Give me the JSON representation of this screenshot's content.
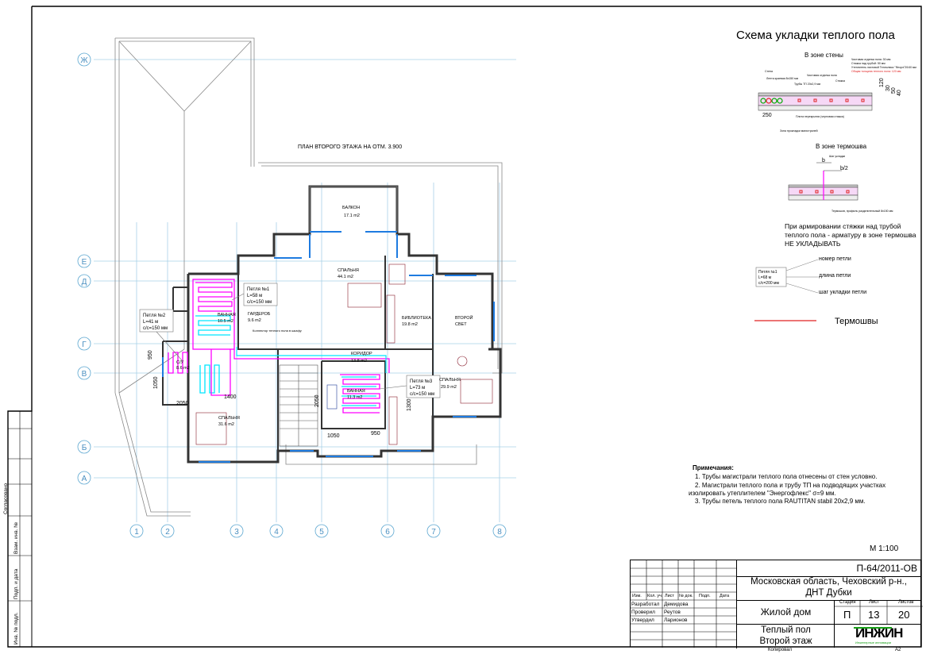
{
  "sheet_title": "Схема укладки теплого пола",
  "plan_title": "ПЛАН ВТОРОГО ЭТАЖА НА ОТМ. 3.900",
  "axes": {
    "horizontal": [
      "Ж",
      "Е",
      "Д",
      "Г",
      "В",
      "Б",
      "А"
    ],
    "vertical": [
      "1",
      "2",
      "3",
      "4",
      "5",
      "6",
      "7",
      "8"
    ]
  },
  "rooms": [
    {
      "name": "БАЛКОН",
      "area": "17.1 m2"
    },
    {
      "name": "СПАЛЬНЯ",
      "area": "44.1 m2"
    },
    {
      "name": "БИБЛИОТЕКА",
      "area": "19.8 m2"
    },
    {
      "name": "ВТОРОЙ",
      "area": "СВЕТ"
    },
    {
      "name": "ГАРДЕРОБ",
      "area": "9.6 m2"
    },
    {
      "name": "ВАННАЯ",
      "area": "10.5 m2"
    },
    {
      "name": "КОРИДОР",
      "area": "13.8 m2"
    },
    {
      "name": "СПАЛЬНЯ",
      "area": "29.9 m2"
    },
    {
      "name": "СПАЛЬНЯ",
      "area": "31.6 m2"
    },
    {
      "name": "ВАННАЯ",
      "area": "11.3 m2"
    },
    {
      "name": "С/У",
      "area": "8.6 m2"
    }
  ],
  "loops": [
    {
      "number": "Петля №1",
      "length": "L=58 м",
      "step": "c/c=150 мм"
    },
    {
      "number": "Петля №2",
      "length": "L=41 м",
      "step": "c/c=150 мм"
    },
    {
      "number": "Петля №3",
      "length": "L=73 м",
      "step": "c/c=150 мм"
    }
  ],
  "collector_note": "Коллектор теплого пола в шкафу",
  "dimensions": [
    "950",
    "1050",
    "1400",
    "2050",
    "2050",
    "1050",
    "950",
    "1300"
  ],
  "detail_wall": {
    "title": "В зоне стены",
    "labels": [
      "Стена",
      "Лента краевая 8х150 мм",
      "Трубы ТП 20х2,9 мм",
      "Чистовая отделка пола",
      "Стяжка",
      "Плита перекрытия (черновая стяжка)",
      "Зона прокладки магистралей"
    ],
    "spec": [
      "Чистовая отделка пола: 30 мм",
      "Стяжка над трубой: 50 мм",
      "Утеплитель листовой Теплолюкс \"Флорэ\"20/40 мм"
    ],
    "spec_total": "Общая толщина теплого пола: 120 мм",
    "dims": [
      "120",
      "30",
      "50",
      "40",
      "250"
    ]
  },
  "detail_joint": {
    "title": "В зоне термошва",
    "labels": [
      "Шаг укладки",
      "b",
      "b/2",
      "Термошов, профиль разделительный 8х150 мм"
    ],
    "note": "При армировании стяжки над трубой теплого пола - арматуру в зоне термошва НЕ УКЛАДЫВАТЬ"
  },
  "legend_loop": {
    "sample": [
      "Петля №1",
      "L=68 м",
      "c/c=200 мм"
    ],
    "callouts": [
      "номер петли",
      "длина петли",
      "шаг укладки петли"
    ]
  },
  "legend_joint": "Термошвы",
  "notes": {
    "title": "Примечания:",
    "items": [
      "1. Трубы магистрали теплого пола отнесены от стен условно.",
      "2. Магистрали теплого пола и трубу ТП на подводящих участках",
      "изолировать утеплителем \"Энергофлекс\" σ=9 мм.",
      "3. Трубы петель теплого пола RAUTITAN stabil 20x2,9 мм."
    ]
  },
  "scale": "М 1:100",
  "title_block": {
    "code": "П-64/2011-ОВ",
    "location_1": "Московская область, Чеховский р-н.,",
    "location_2": "ДНТ Дубки",
    "object": "Жилой дом",
    "drawing_1": "Теплый пол",
    "drawing_2": "Второй этаж",
    "headers": [
      "Изм.",
      "Кол. уч.",
      "Лист",
      "№ док.",
      "Подп.",
      "Дата"
    ],
    "roles": [
      {
        "role": "Разработал",
        "name": "Демидова"
      },
      {
        "role": "Проверил",
        "name": "Реутов"
      },
      {
        "role": "Утвердил",
        "name": "Ларионов"
      }
    ],
    "stage_label": "Стадия",
    "sheet_label": "Лист",
    "sheets_label": "Листов",
    "stage": "П",
    "sheet": "13",
    "sheets": "20",
    "logo": "ИНЖИН",
    "logo_sub": "Инженерные инновации",
    "copied": "Копировал",
    "format": "А2"
  },
  "side_stamp": [
    "Согласовано",
    "Взам. инв. №",
    "Подп. и дата",
    "Инв. № подл."
  ],
  "colors": {
    "loop_magenta": "#ff00ff",
    "loop_cyan": "#00e5ff",
    "window": "#1e7be0",
    "grid": "#a8d0e8",
    "furniture": "#8a2030",
    "joint": "#e02020"
  }
}
